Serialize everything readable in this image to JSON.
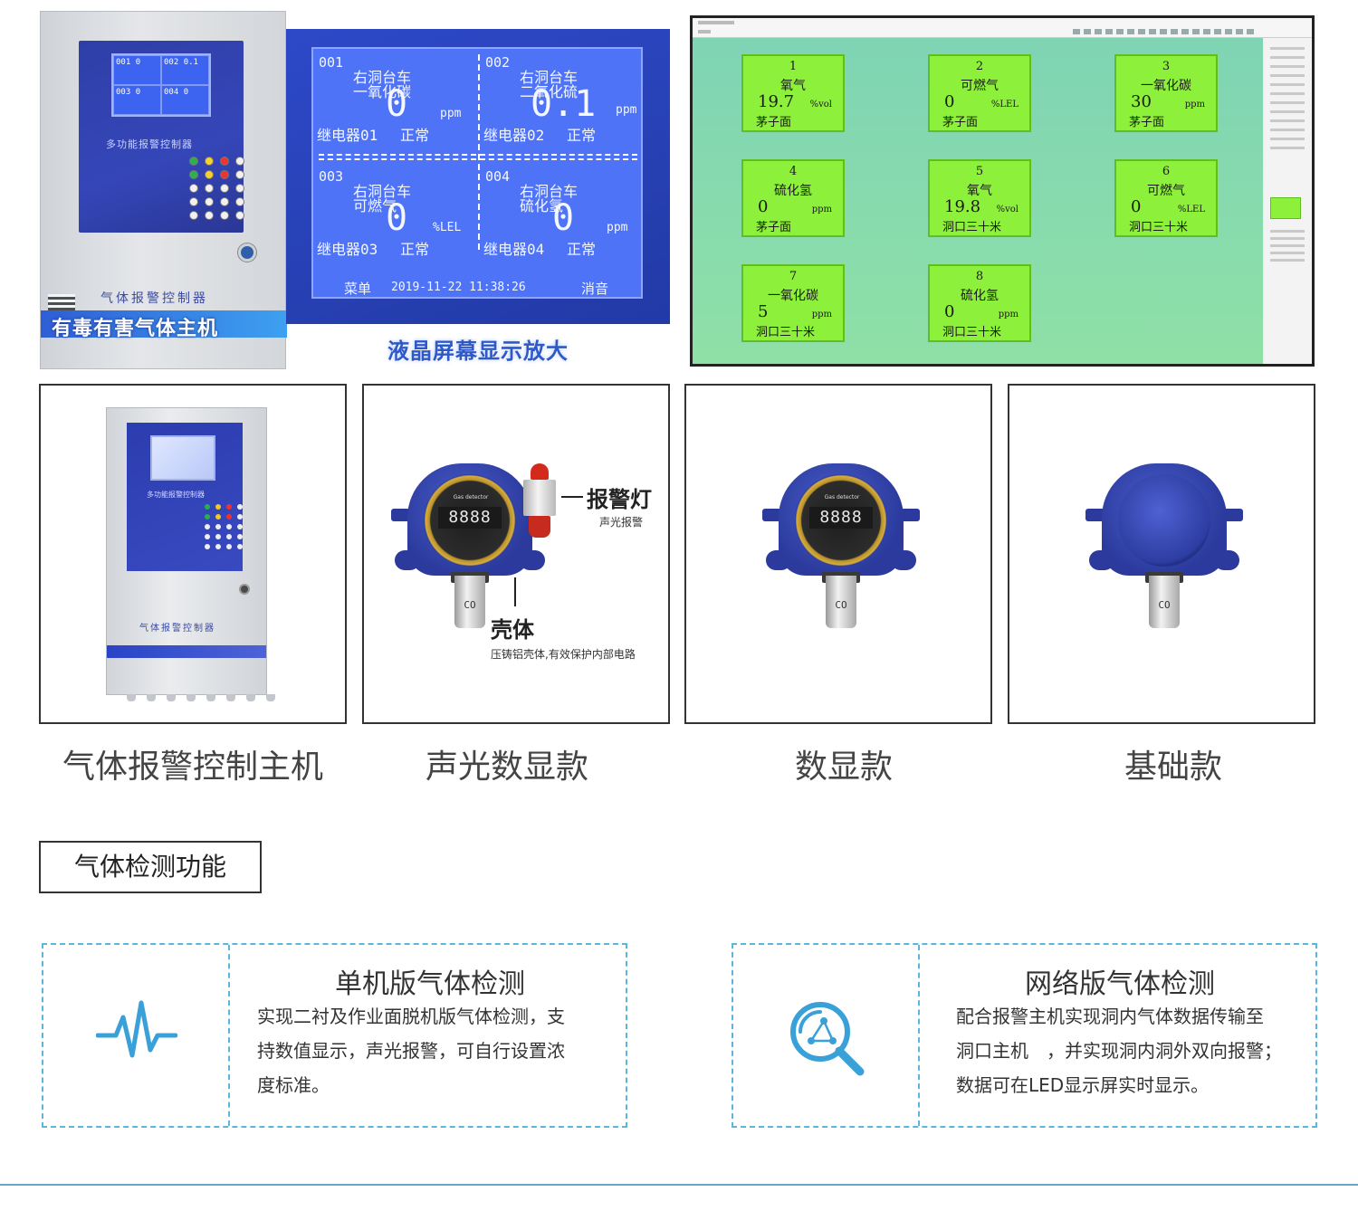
{
  "hero": {
    "cabinet": {
      "lcd_cells": [
        "001",
        "0",
        "002",
        "0.1",
        "003",
        "0",
        "004",
        "0"
      ],
      "panel_title": "多功能报警控制器",
      "subtitle": "气体报警控制器",
      "banner": "有毒有害气体主机"
    },
    "lcd": {
      "channels": [
        {
          "id": "001",
          "name": "右洞台车\n一氧化碳",
          "value": "0",
          "unit": "ppm",
          "relay": "继电器01",
          "status": "正常"
        },
        {
          "id": "002",
          "name": "右洞台车\n二氧化硫",
          "value": "0.1",
          "unit": "ppm",
          "relay": "继电器02",
          "status": "正常"
        },
        {
          "id": "003",
          "name": "右洞台车\n可燃气",
          "value": "0",
          "unit": "%LEL",
          "relay": "继电器03",
          "status": "正常"
        },
        {
          "id": "004",
          "name": "右洞台车\n硫化氢",
          "value": "0",
          "unit": "ppm",
          "relay": "继电器04",
          "status": "正常"
        }
      ],
      "menu": "菜单",
      "datetime": "2019-11-22 11:38:26",
      "mute": "消音",
      "caption": "液晶屏幕显示放大"
    },
    "monitor": {
      "tiles": [
        {
          "id": "1",
          "name": "氧气",
          "value": "19.7",
          "unit": "%vol",
          "loc": "茅子面"
        },
        {
          "id": "2",
          "name": "可燃气",
          "value": "0",
          "unit": "%LEL",
          "loc": "茅子面"
        },
        {
          "id": "3",
          "name": "一氧化碳",
          "value": "30",
          "unit": "ppm",
          "loc": "茅子面"
        },
        {
          "id": "4",
          "name": "硫化氢",
          "value": "0",
          "unit": "ppm",
          "loc": "茅子面"
        },
        {
          "id": "5",
          "name": "氧气",
          "value": "19.8",
          "unit": "%vol",
          "loc": "洞口三十米"
        },
        {
          "id": "6",
          "name": "可燃气",
          "value": "0",
          "unit": "%LEL",
          "loc": "洞口三十米"
        },
        {
          "id": "7",
          "name": "一氧化碳",
          "value": "5",
          "unit": "ppm",
          "loc": "洞口三十米"
        },
        {
          "id": "8",
          "name": "硫化氢",
          "value": "0",
          "unit": "ppm",
          "loc": "洞口三十米"
        }
      ]
    }
  },
  "products": [
    {
      "label": "气体报警控制主机"
    },
    {
      "label": "声光数显款"
    },
    {
      "label": "数显款"
    },
    {
      "label": "基础款"
    }
  ],
  "controller_mini": {
    "panel_title": "多功能报警控制器",
    "subtitle": "气体报警控制器"
  },
  "detector": {
    "display": "8888",
    "brand": "Gas  detector",
    "sensor_label": "CO"
  },
  "callouts": {
    "lamp_title": "报警灯",
    "lamp_sub": "声光报警",
    "shell_title": "壳体",
    "shell_sub": "压铸铝壳体,有效保护内部电路"
  },
  "section": {
    "title": "气体检测功能"
  },
  "features": [
    {
      "icon": "heartbeat-icon",
      "title": "单机版气体检测",
      "lines": [
        "实现二衬及作业面脱机版气体检测，支",
        "持数值显示，声光报警，可自行设置浓",
        "度标准。"
      ]
    },
    {
      "icon": "network-search-icon",
      "title": "网络版气体检测",
      "lines": [
        "配合报警主机实现洞内气体数据传输至",
        "洞口主机　，并实现洞内洞外双向报警；",
        "数据可在LED显示屏实时显示。"
      ]
    }
  ],
  "colors": {
    "accent": "#5ab6dc",
    "lcd_blue": "#4f73f7",
    "tile_green": "#8df03a",
    "icon_blue": "#3aa0d8"
  }
}
